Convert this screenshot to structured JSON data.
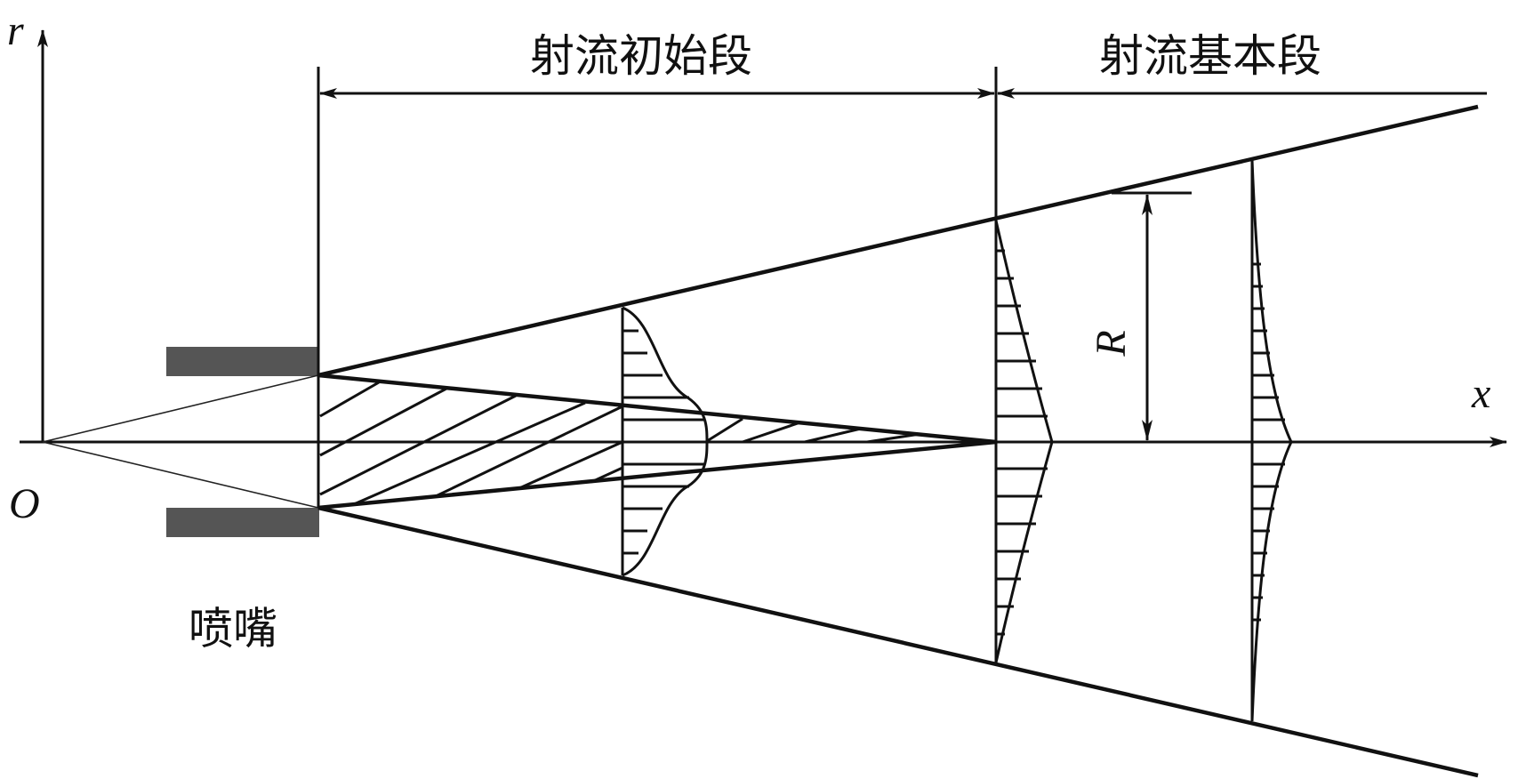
{
  "labels": {
    "axis_r": "r",
    "axis_x": "x",
    "origin": "O",
    "radius": "R",
    "nozzle": "喷嘴",
    "initial_section": "射流初始段",
    "main_section": "射流基本段"
  },
  "colors": {
    "ink": "#111111",
    "nozzle_fill": "#555555",
    "background": "#ffffff"
  }
}
